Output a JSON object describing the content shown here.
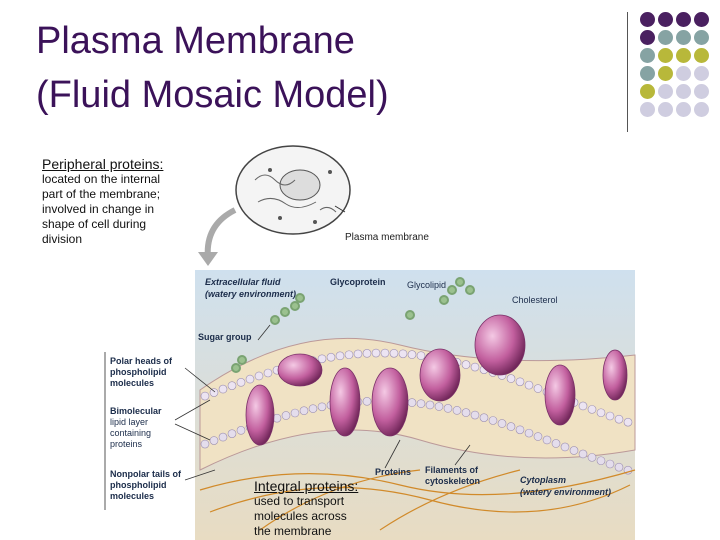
{
  "slide": {
    "title_line1": "Plasma Membrane",
    "title_line2": "(Fluid Mosaic Model)"
  },
  "peripheral_note": {
    "heading": "Peripheral proteins:",
    "lines": [
      "located on the internal",
      "part of the membrane;",
      "involved in change in",
      "shape of cell during",
      "division"
    ]
  },
  "integral_note": {
    "heading": "Integral proteins:",
    "lines": [
      "used to transport",
      "molecules across",
      "the membrane"
    ]
  },
  "figure_labels": {
    "plasma_membrane": "Plasma membrane",
    "extracellular_1": "Extracellular fluid",
    "extracellular_2": "(watery environment)",
    "glycoprotein": "Glycoprotein",
    "glycolipid": "Glycolipid",
    "cholesterol": "Cholesterol",
    "sugar_group": "Sugar group",
    "polar_1": "Polar heads of",
    "polar_2": "phospholipid",
    "polar_3": "molecules",
    "bimolecular_1": "Bimolecular",
    "bimolecular_2": "lipid layer",
    "bimolecular_3": "containing",
    "bimolecular_4": "proteins",
    "nonpolar_1": "Nonpolar tails of",
    "nonpolar_2": "phospholipid",
    "nonpolar_3": "molecules",
    "proteins": "Proteins",
    "filaments_1": "Filaments of",
    "filaments_2": "cytoskeleton",
    "cytoplasm_1": "Cytoplasm",
    "cytoplasm_2": "(watery environment)"
  },
  "colors": {
    "title": "#3b1259",
    "accent_purple": "#4a2060",
    "accent_teal": "#86a3a3",
    "accent_olive": "#b8b83a",
    "accent_lavender": "#cfcde0"
  }
}
